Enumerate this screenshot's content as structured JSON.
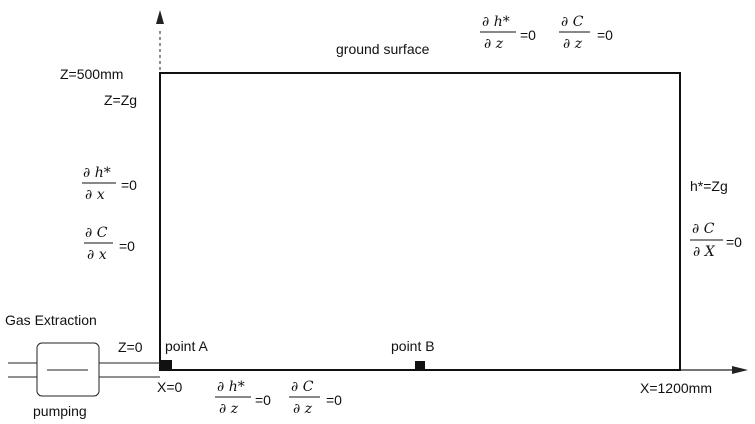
{
  "labels": {
    "z_top": "Z=500mm",
    "z_g": "Z=Zg",
    "ground": "ground surface",
    "h_star_right": "h*=Zg",
    "gas_extraction": "Gas Extraction",
    "z_zero": "Z=0",
    "point_a": "point A",
    "point_b": "point B",
    "x_zero": "X=0",
    "x_end": "X=1200mm",
    "pumping": "pumping"
  },
  "fractions": {
    "top_dh_num": "∂ h*",
    "top_dh_den": "∂ z",
    "top_dc_num": "∂ C",
    "top_dc_den": "∂ z",
    "left_dh_num": "∂ h*",
    "left_dh_den": "∂ x",
    "left_dc_num": "∂ C",
    "left_dc_den": "∂ x",
    "right_dc_num": "∂ C",
    "right_dc_den": "∂ X",
    "bot_dh_num": "∂ h*",
    "bot_dh_den": "∂ z",
    "bot_dc_num": "∂ C",
    "bot_dc_den": "∂ z",
    "eq_zero": "=0"
  }
}
